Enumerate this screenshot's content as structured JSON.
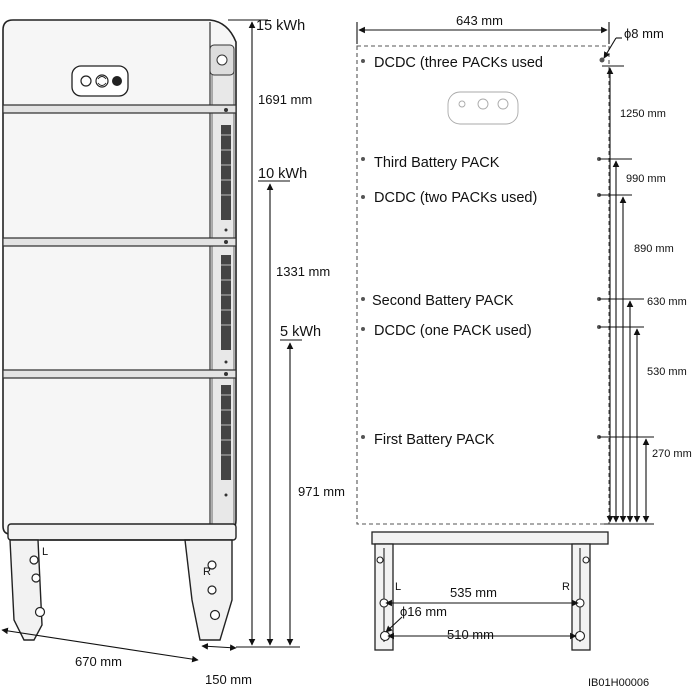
{
  "capacities": {
    "c15": "15 kWh",
    "c10": "10 kWh",
    "c5": "5 kWh"
  },
  "left_dims": {
    "h1691": "1691 mm",
    "h1331": "1331 mm",
    "h971": "971 mm",
    "w670": "670 mm",
    "d150": "150 mm"
  },
  "right_labels": {
    "dcdc_three": "DCDC (three PACKs used",
    "third_pack": "Third Battery PACK",
    "dcdc_two": "DCDC (two PACKs used)",
    "second_pack": "Second Battery PACK",
    "dcdc_one": "DCDC (one PACK used)",
    "first_pack": "First Battery PACK"
  },
  "right_dims": {
    "w643": "643 mm",
    "phi8": "ϕ8 mm",
    "h1250": "1250 mm",
    "h990": "990 mm",
    "h890": "890 mm",
    "h630": "630 mm",
    "h530": "530 mm",
    "h270": "270 mm",
    "w535": "535 mm",
    "phi16": "ϕ16 mm",
    "w510": "510 mm"
  },
  "bracket_marks": {
    "left": "L",
    "right": "R"
  },
  "figure_id": "IB01H00006"
}
